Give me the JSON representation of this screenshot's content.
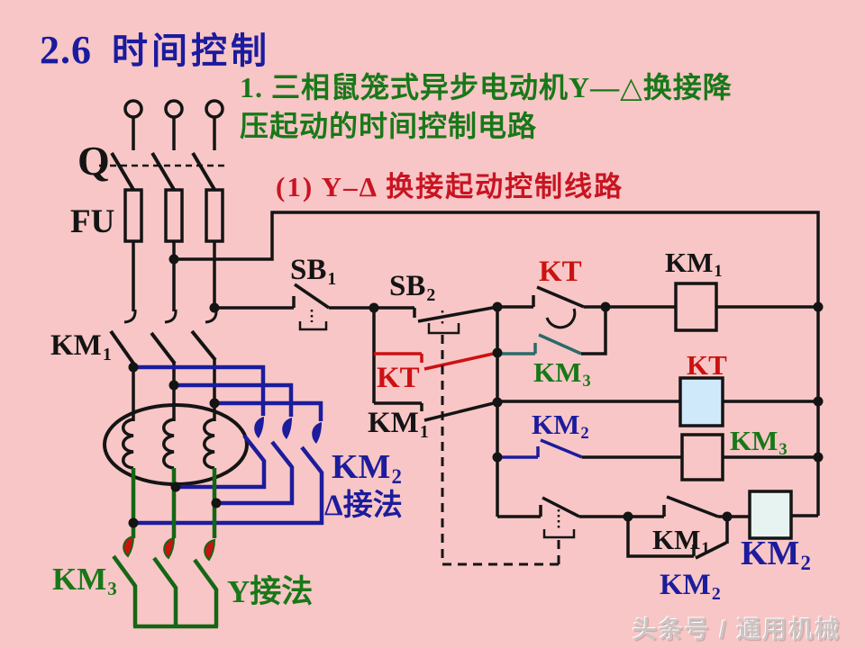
{
  "page": {
    "title": {
      "number": "2.6",
      "text": "时间控制"
    },
    "subtitle1_line1": "1. 三相鼠笼式异步电动机Y—△换接降",
    "subtitle1_line2": "压起动的时间控制电路",
    "subtitle2": "(1)  Y–Δ 换接起动控制线路",
    "watermark": "头条号 / 通用机械"
  },
  "labels": {
    "q": "Q",
    "fu": "FU",
    "km1_main": {
      "base": "KM",
      "sub": "1"
    },
    "sb1": {
      "base": "SB",
      "sub": "1"
    },
    "sb2": {
      "base": "SB",
      "sub": "2"
    },
    "kt_no_contact": "KT",
    "km1_aux_contact": {
      "base": "KM",
      "sub": "1"
    },
    "kt_nc_delayed_contact": "KT",
    "km1_coil": {
      "base": "KM",
      "sub": "1"
    },
    "km3_nc_contact": {
      "base": "KM",
      "sub": "3"
    },
    "kt_coil": "KT",
    "km2_aux_contact": {
      "base": "KM",
      "sub": "2"
    },
    "km3_coil": {
      "base": "KM",
      "sub": "3"
    },
    "km2_delta_contacts": {
      "base": "KM",
      "sub": "2"
    },
    "delta_note": "Δ接法",
    "km3_y_contacts": {
      "base": "KM",
      "sub": "3"
    },
    "y_note": "Y接法",
    "km1_nc_interlock": {
      "base": "KM",
      "sub": "1"
    },
    "km2_holding_contact": {
      "base": "KM",
      "sub": "2"
    },
    "km2_coil": {
      "base": "KM",
      "sub": "2"
    }
  },
  "colors": {
    "background": "#f8c6c6",
    "title_blue": "#1b1b9e",
    "heading_green": "#187818",
    "heading_red": "#c81422",
    "wire_black": "#141414",
    "wire_blue": "#1c1c9c",
    "wire_green": "#156615",
    "contact_red": "#cc1111",
    "km3_contact_teal": "#2a6a6a",
    "kt_coil_fill": "#cfe9fa",
    "km2_coil_fill": "#e7f3f0"
  }
}
